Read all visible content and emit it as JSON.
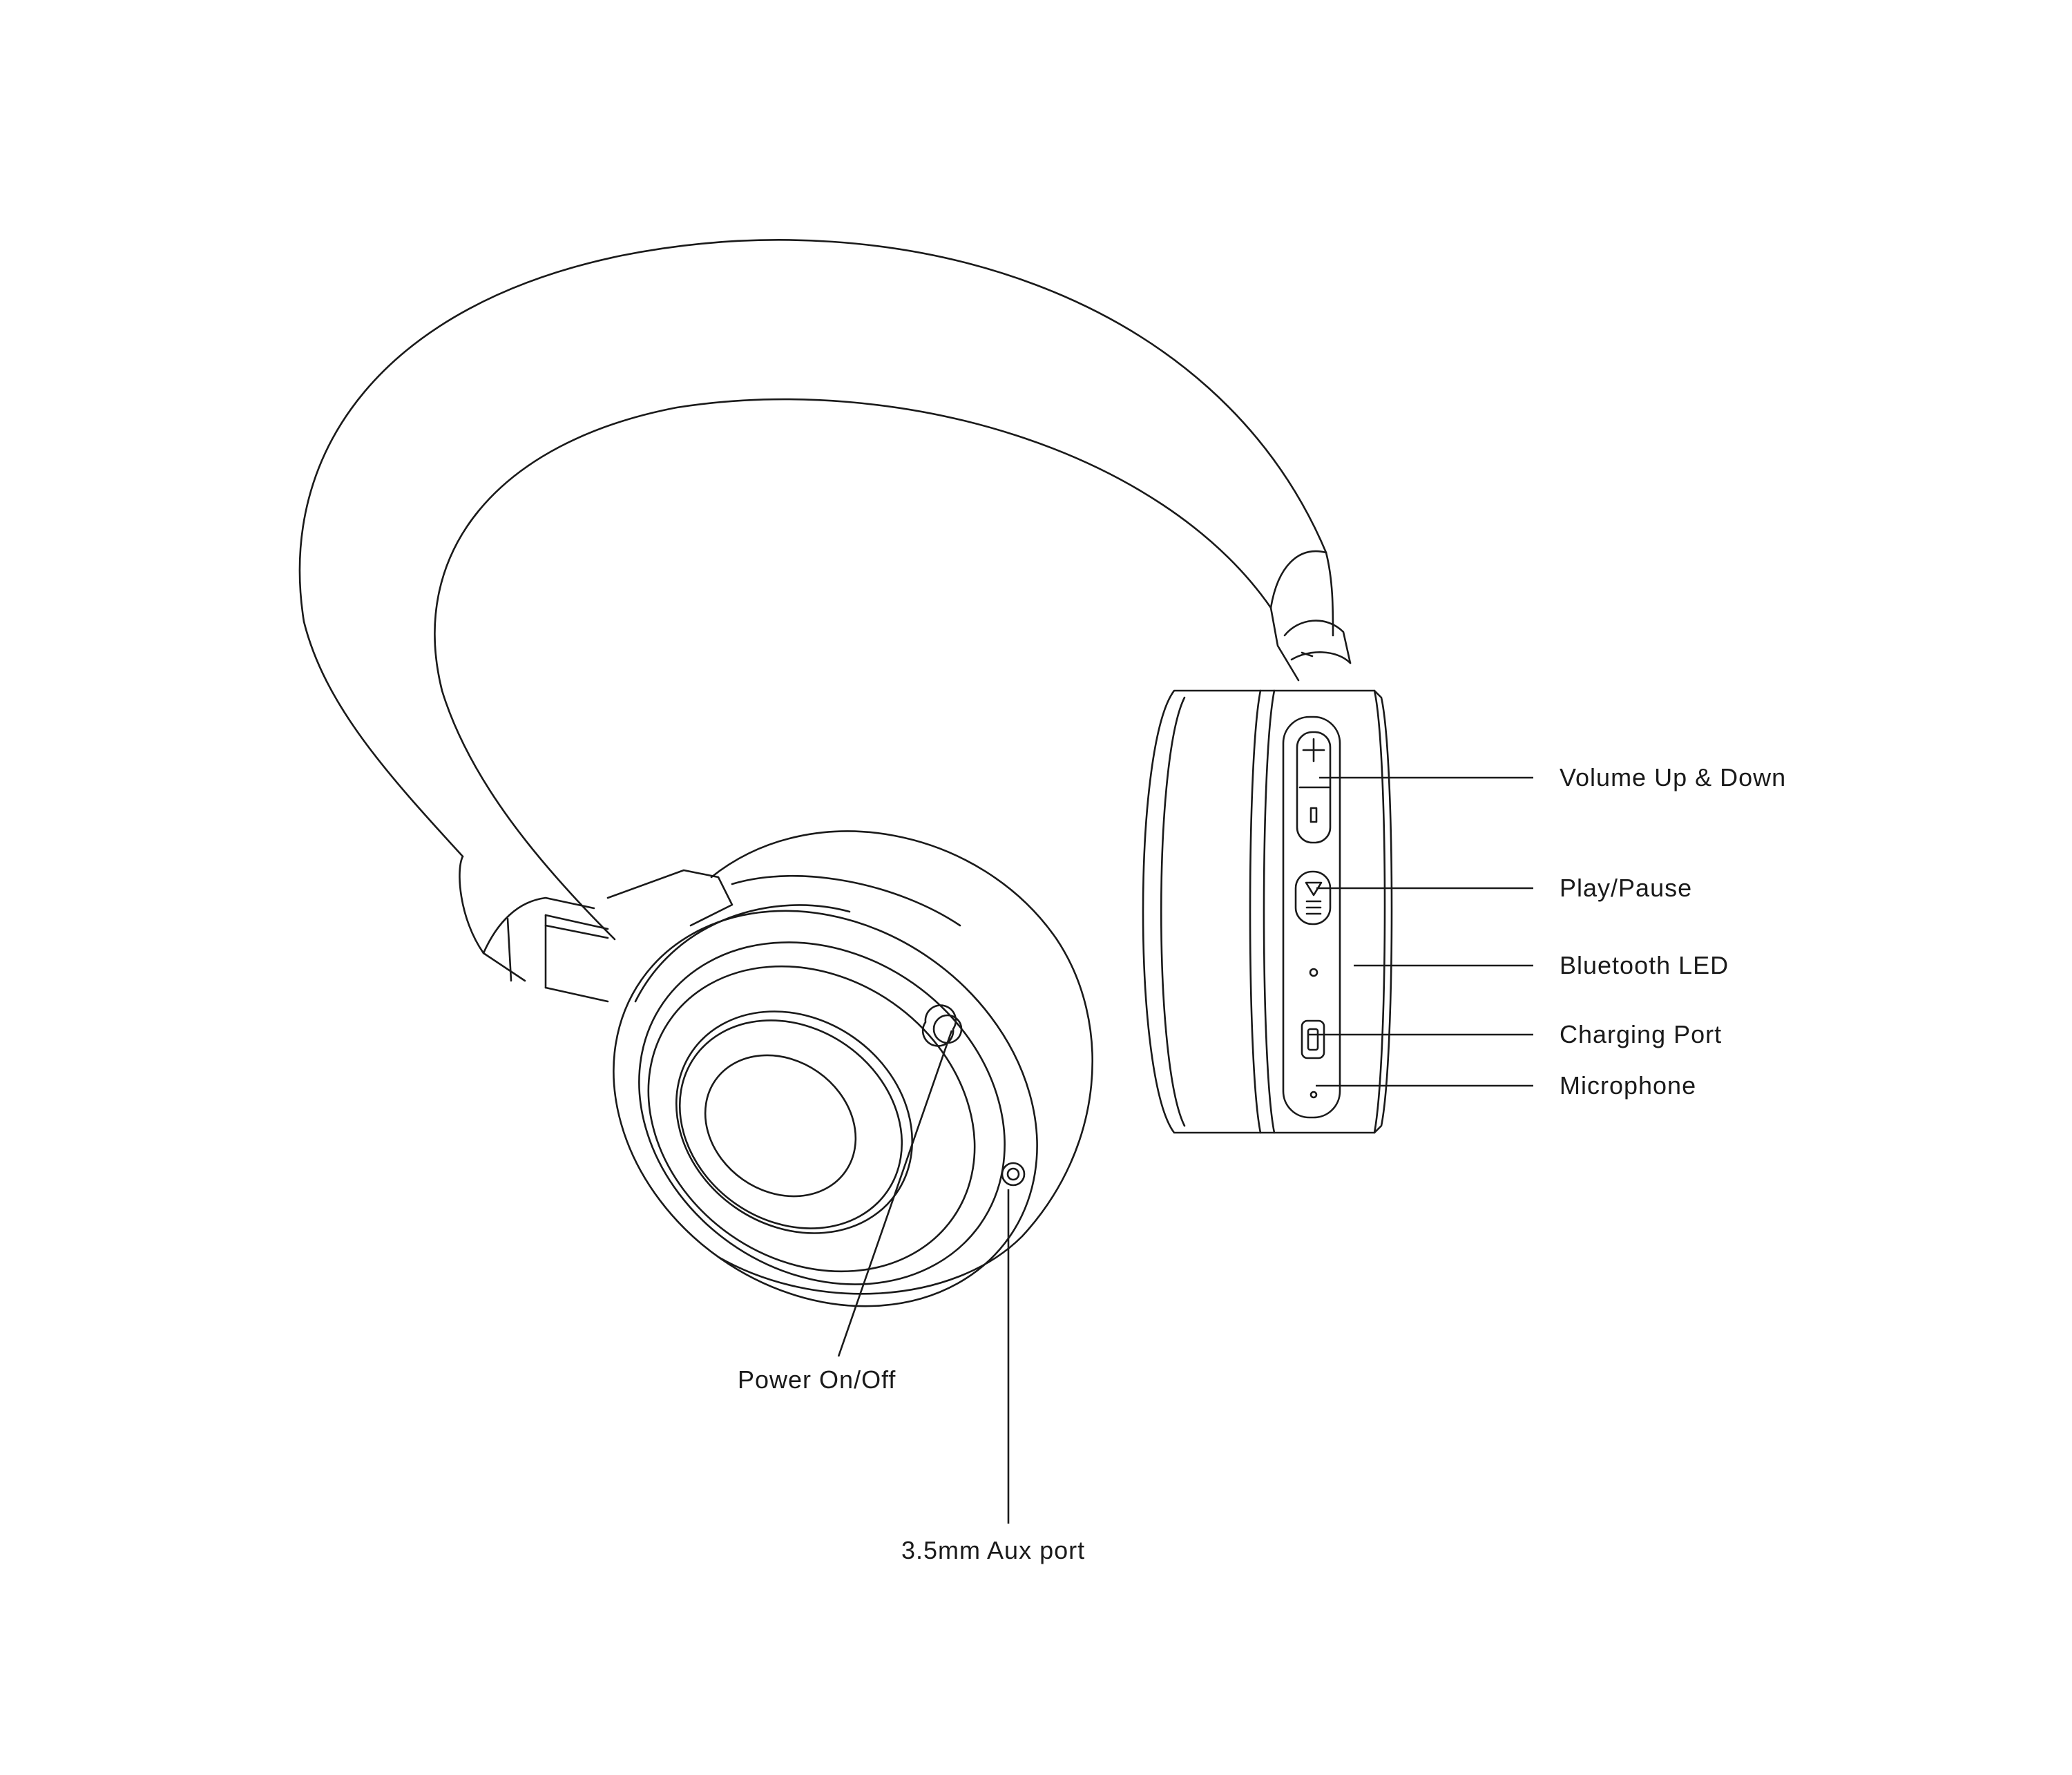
{
  "diagram": {
    "subject": "headphones-line-drawing",
    "line_color": "#1a1a1a",
    "background": "#ffffff",
    "callouts": {
      "volume": "Volume Up & Down",
      "play_pause": "Play/Pause",
      "bluetooth_led": "Bluetooth LED",
      "charging_port": "Charging Port",
      "microphone": "Microphone",
      "power": "Power On/Off",
      "aux": "3.5mm Aux port"
    }
  }
}
